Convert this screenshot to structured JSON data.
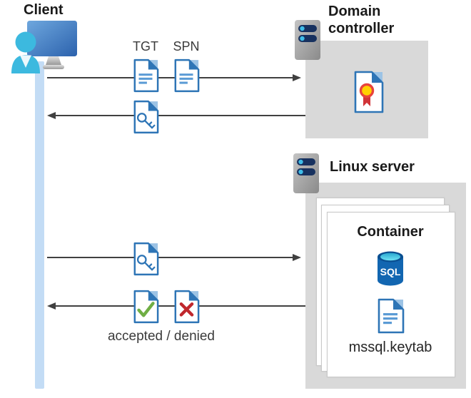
{
  "client": {
    "label": "Client"
  },
  "domain_controller": {
    "label": "Domain controller"
  },
  "linux_server": {
    "label": "Linux server"
  },
  "container": {
    "label": "Container",
    "database_label": "SQL",
    "keytab_label": "mssql.keytab"
  },
  "messages": {
    "tgt_label": "TGT",
    "spn_label": "SPN",
    "response_label": "accepted / denied"
  },
  "icons": [
    "client-workstation-icon",
    "server-icon",
    "document-icon",
    "ticket-key-document-icon",
    "certificate-document-icon",
    "check-document-icon",
    "denied-document-icon",
    "sql-database-icon",
    "keytab-document-icon"
  ],
  "colors": {
    "doc_border_blue": "#2e75b6",
    "doc_line_blue": "#5b9bd5",
    "doc_corner_light": "#9cc3e5",
    "accept_green": "#6fae44",
    "deny_red": "#c0282d",
    "cert_yellow": "#ffd100",
    "cert_red": "#d13438",
    "sql_blue": "#1266b1",
    "sql_cyan": "#56d7ef",
    "machine_box_gray": "#d9d9d9",
    "server_bar_navy": "#17315f",
    "server_dot_cyan": "#3fbde8",
    "lifeline_blue": "#c3dcf5",
    "arrow_gray": "#404040",
    "person_cyan": "#3cb9df"
  }
}
